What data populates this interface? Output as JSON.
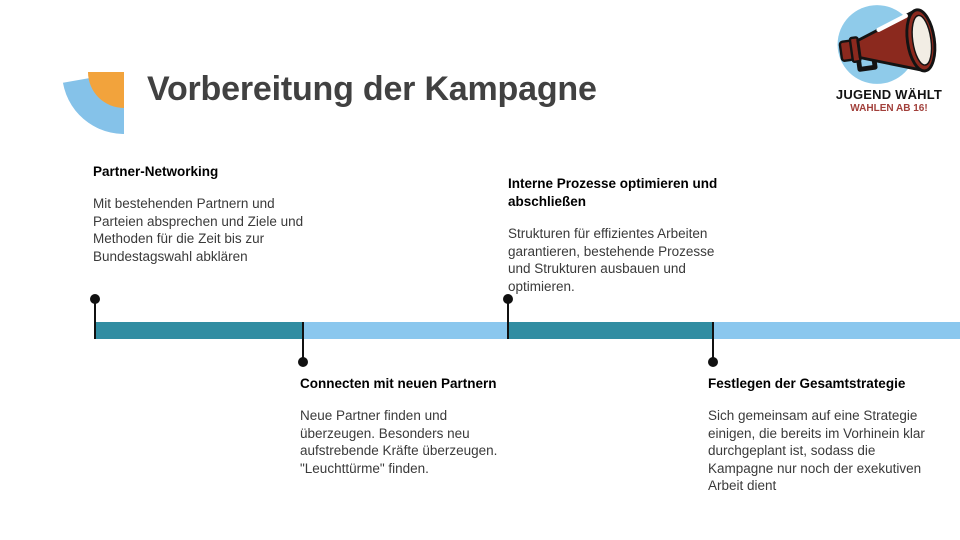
{
  "slide": {
    "title": "Vorbereitung der Kampagne"
  },
  "logo": {
    "name": "JUGEND WÄHLT",
    "tagline": "WAHLEN AB 16!",
    "icon": "megaphone-icon"
  },
  "colors": {
    "teal": "#318DA2",
    "lightblue": "#8AC7EE",
    "deco_blue": "#85C2E9",
    "deco_orange": "#F2A33C",
    "logo_blue": "#8FCBEA",
    "logo_red": "#8B291E",
    "tagline_red": "#A2403B",
    "title_gray": "#414141",
    "dot_black": "#111111",
    "body_text": "#3A3A3A"
  },
  "timeline": {
    "milestones": [
      {
        "title": "Partner-Networking",
        "position": "above",
        "description": "Mit bestehenden Partnern und Parteien absprechen und Ziele und Methoden für die Zeit bis zur Bundestagswahl abklären"
      },
      {
        "title": "Connecten mit neuen Partnern",
        "position": "below",
        "description": "Neue Partner finden und überzeugen. Besonders neu aufstrebende Kräfte überzeugen. \"Leuchttürme\" finden."
      },
      {
        "title": "Interne Prozesse optimieren und abschließen",
        "position": "above",
        "description": "Strukturen für effizientes Arbeiten garantieren, bestehende Prozesse und Strukturen ausbauen und optimieren."
      },
      {
        "title": "Festlegen der Gesamtstrategie",
        "position": "below",
        "description": "Sich gemeinsam auf eine Strategie einigen, die bereits im Vorhinein klar durchgeplant ist, sodass die Kampagne nur noch der exekutiven Arbeit dient"
      }
    ]
  }
}
